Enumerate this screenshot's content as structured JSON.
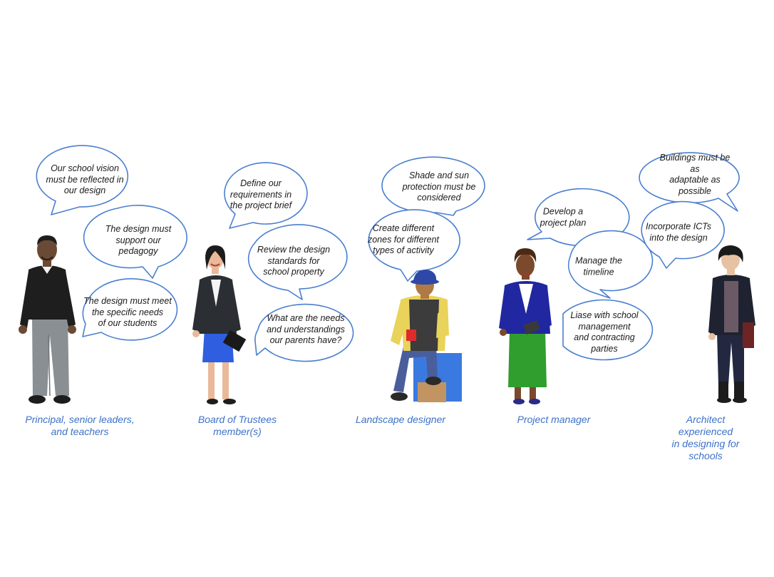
{
  "colors": {
    "bubble_stroke": "#4a7fd0",
    "caption": "#3d72c8",
    "text": "#1a1a1a"
  },
  "people": [
    {
      "caption": "Principal, senior leaders,\nand teachers",
      "figure": "principal-figure",
      "bubbles": [
        "Our school vision\nmust be reflected in\nour design",
        "The design must\nsupport our\npedagogy",
        "The design must meet\nthe specific needs\nof our students"
      ]
    },
    {
      "caption": "Board of Trustees\nmember(s)",
      "figure": "trustee-figure",
      "bubbles": [
        "Define our\nrequirements in\nthe project brief",
        "Review the design\nstandards for\nschool property",
        "What are the needs\nand understandings\nour parents have?"
      ]
    },
    {
      "caption": "Landscape designer",
      "figure": "landscape-figure",
      "bubbles": [
        "Shade and sun\nprotection must be\nconsidered",
        "Create different\nzones for different\ntypes of activity"
      ]
    },
    {
      "caption": "Project manager",
      "figure": "manager-figure",
      "bubbles": [
        "Develop a\nproject plan",
        "Manage the\ntimeline",
        "Liase with school\nmanagement\nand contracting\nparties"
      ]
    },
    {
      "caption": "Architect experienced\nin designing for schools",
      "figure": "architect-figure",
      "bubbles": [
        "Buildings must be as\nadaptable as possible",
        "Incorporate ICTs\ninto the design"
      ]
    }
  ]
}
